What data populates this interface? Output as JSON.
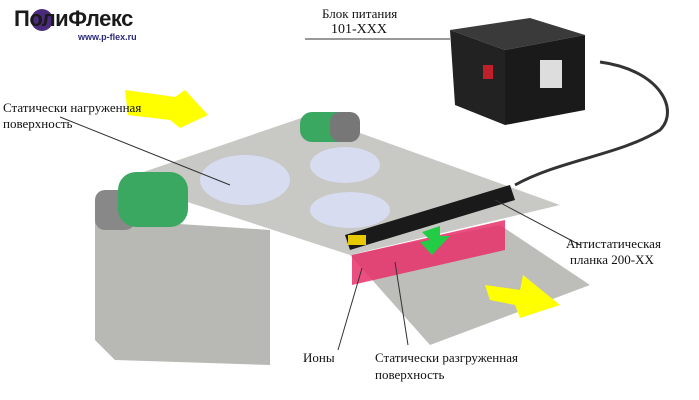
{
  "logo": {
    "name": "ПолиФлекс",
    "url": "www.p-flex.ru"
  },
  "labels": {
    "power_unit_line1": "Блок питания",
    "power_unit_line2": "101-XXX",
    "charged_line1": "Статически нагруженная",
    "charged_line2": "поверхность",
    "bar_line1": "Антистатическая",
    "bar_line2": "планка 200-XX",
    "ions": "Ионы",
    "discharged_line1": "Статически разгруженная",
    "discharged_line2": "поверхность"
  },
  "colors": {
    "arrow": "#ffff00",
    "roller": "#3aa860",
    "ion_field": "#e8306a",
    "ion_arrow": "#22cc44",
    "power_box": "#1a1a1a"
  }
}
